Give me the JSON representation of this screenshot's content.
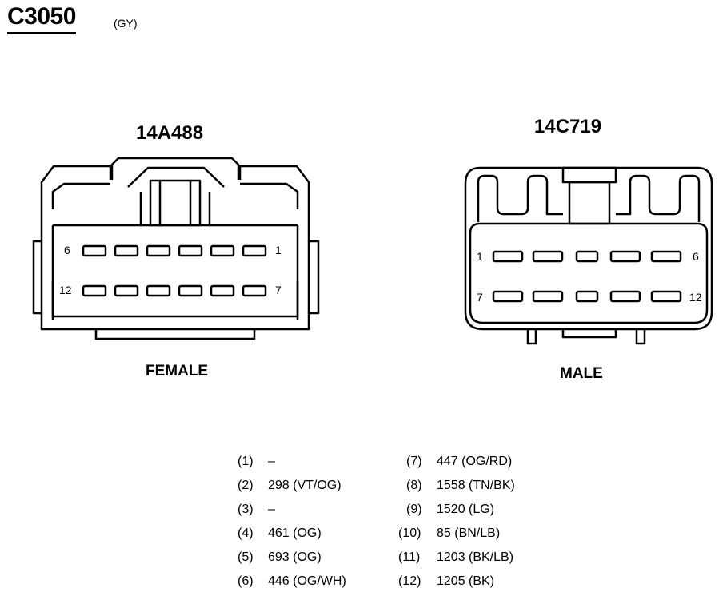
{
  "connector": {
    "id": "C3050",
    "color_code": "(GY)"
  },
  "female": {
    "part_number": "14A488",
    "label": "FEMALE",
    "pin_labels": {
      "top_left": "6",
      "top_right": "1",
      "bottom_left": "12",
      "bottom_right": "7"
    }
  },
  "male": {
    "part_number": "14C719",
    "label": "MALE",
    "pin_labels": {
      "top_left": "1",
      "top_right": "6",
      "bottom_left": "7",
      "bottom_right": "12"
    }
  },
  "pinout": [
    {
      "pin": "(1)",
      "circuit": "–"
    },
    {
      "pin": "(2)",
      "circuit": "298 (VT/OG)"
    },
    {
      "pin": "(3)",
      "circuit": "–"
    },
    {
      "pin": "(4)",
      "circuit": "461 (OG)"
    },
    {
      "pin": "(5)",
      "circuit": "693 (OG)"
    },
    {
      "pin": "(6)",
      "circuit": "446 (OG/WH)"
    },
    {
      "pin": "(7)",
      "circuit": "447 (OG/RD)"
    },
    {
      "pin": "(8)",
      "circuit": "1558 (TN/BK)"
    },
    {
      "pin": "(9)",
      "circuit": "1520 (LG)"
    },
    {
      "pin": "(10)",
      "circuit": "85 (BN/LB)"
    },
    {
      "pin": "(11)",
      "circuit": "1203 (BK/LB)"
    },
    {
      "pin": "(12)",
      "circuit": "1205 (BK)"
    }
  ]
}
